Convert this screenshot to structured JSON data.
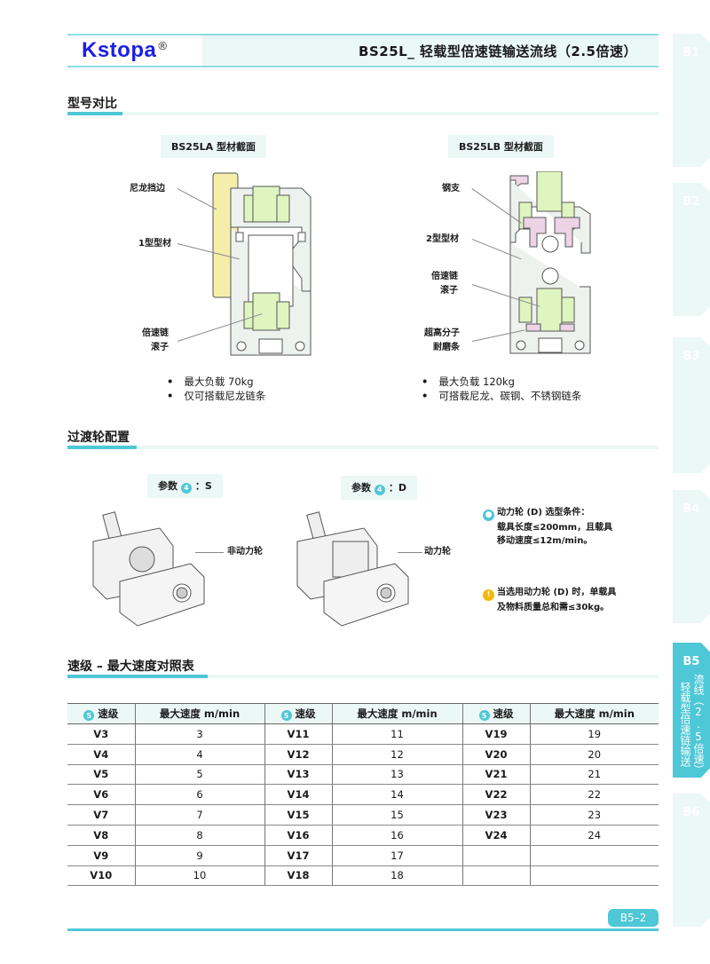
{
  "header": {
    "logo": "Kstopa",
    "logo_mark": "®",
    "title": "BS25L_ 轻载型倍速链输送流线（2.5倍速）"
  },
  "side_tabs": [
    {
      "id": "B1",
      "label": "B1"
    },
    {
      "id": "B2",
      "label": "B2"
    },
    {
      "id": "B3",
      "label": "B3"
    },
    {
      "id": "B4",
      "label": "B4"
    },
    {
      "id": "B5",
      "label": "B5",
      "active": true,
      "col1": "轻载型倍速链输送",
      "col2": "流线（2.5倍速）"
    },
    {
      "id": "B6",
      "label": "B6"
    }
  ],
  "sections": {
    "compare": {
      "title": "型号对比",
      "left": {
        "caption": "BS25LA 型材截面",
        "callouts": [
          "尼龙挡边",
          "1型型材",
          "倍速链\n滚子"
        ],
        "bullets": [
          "最大负载 70kg",
          "仅可搭载尼龙链条"
        ]
      },
      "right": {
        "caption": "BS25LB 型材截面",
        "callouts": [
          "钢支",
          "2型型材",
          "倍速链\n滚子",
          "超高分子\n耐磨条"
        ],
        "bullets": [
          "最大负载 120kg",
          "可搭载尼龙、碳钢、不锈钢链条"
        ]
      }
    },
    "transition": {
      "title": "过渡轮配置",
      "option_s": {
        "prefix": "参数",
        "badge": "4",
        "value": "：S",
        "callout": "非动力轮"
      },
      "option_d": {
        "prefix": "参数",
        "badge": "4",
        "value": "：D",
        "callout": "动力轮"
      },
      "tip1": {
        "icon": "lightbulb-icon",
        "color": "#4ec7d6",
        "lines": [
          "动力轮 (D) 选型条件：",
          "载具长度≤200mm，且载具",
          "移动速度≤12m/min。"
        ]
      },
      "tip2": {
        "icon": "warning-icon",
        "color": "#f5b800",
        "lines": [
          "当选用动力轮 (D) 时，单载具",
          "及物料质量总和需≤30kg。"
        ]
      }
    },
    "speed": {
      "title": "速级 – 最大速度对照表",
      "badge": "5",
      "headers": [
        "速级",
        "最大速度 m/min",
        "速级",
        "最大速度 m/min",
        "速级",
        "最大速度 m/min"
      ],
      "rows": [
        [
          "V3",
          "3",
          "V11",
          "11",
          "V19",
          "19"
        ],
        [
          "V4",
          "4",
          "V12",
          "12",
          "V20",
          "20"
        ],
        [
          "V5",
          "5",
          "V13",
          "13",
          "V21",
          "21"
        ],
        [
          "V6",
          "6",
          "V14",
          "14",
          "V22",
          "22"
        ],
        [
          "V7",
          "7",
          "V15",
          "15",
          "V23",
          "23"
        ],
        [
          "V8",
          "8",
          "V16",
          "16",
          "V24",
          "24"
        ],
        [
          "V9",
          "9",
          "V17",
          "17",
          "",
          ""
        ],
        [
          "V10",
          "10",
          "V18",
          "18",
          "",
          ""
        ]
      ]
    }
  },
  "footer": {
    "page": "B5–2"
  },
  "colors": {
    "accent": "#4ec7d6",
    "tint": "#ebf8f5",
    "logo": "#1a1ee6",
    "nylon": "#f5eeaa",
    "roller": "#dff5c0",
    "steel": "#ecd3e6",
    "profile": "#eef2ef"
  }
}
